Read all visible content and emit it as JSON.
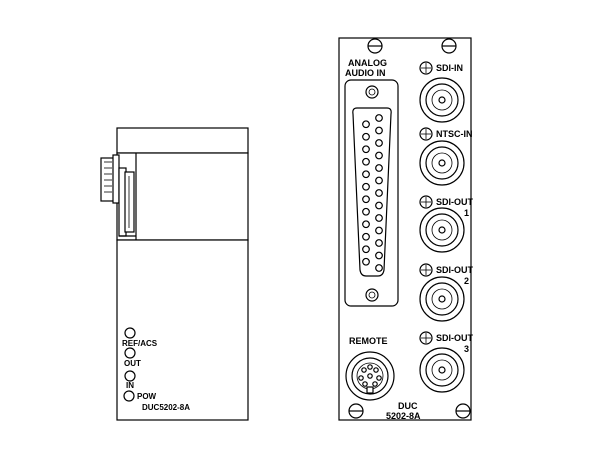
{
  "side_view": {
    "leds": [
      {
        "label": "REF/ACS"
      },
      {
        "label": "OUT"
      },
      {
        "label": "IN"
      },
      {
        "label": "POW"
      }
    ],
    "model_label": "DUC5202-8A"
  },
  "rear_panel": {
    "analog_title_line1": "ANALOG",
    "analog_title_line2": "AUDIO IN",
    "connectors": [
      {
        "label_line1": "SDI-IN",
        "label_line2": ""
      },
      {
        "label_line1": "NTSC-IN",
        "label_line2": ""
      },
      {
        "label_line1": "SDI-OUT",
        "label_line2": "1"
      },
      {
        "label_line1": "SDI-OUT",
        "label_line2": "2"
      },
      {
        "label_line1": "SDI-OUT",
        "label_line2": "3"
      }
    ],
    "remote_label": "REMOTE",
    "model_line1": "DUC",
    "model_line2": "5202-8A"
  },
  "colors": {
    "line": "#000000",
    "fill": "#ffffff"
  }
}
